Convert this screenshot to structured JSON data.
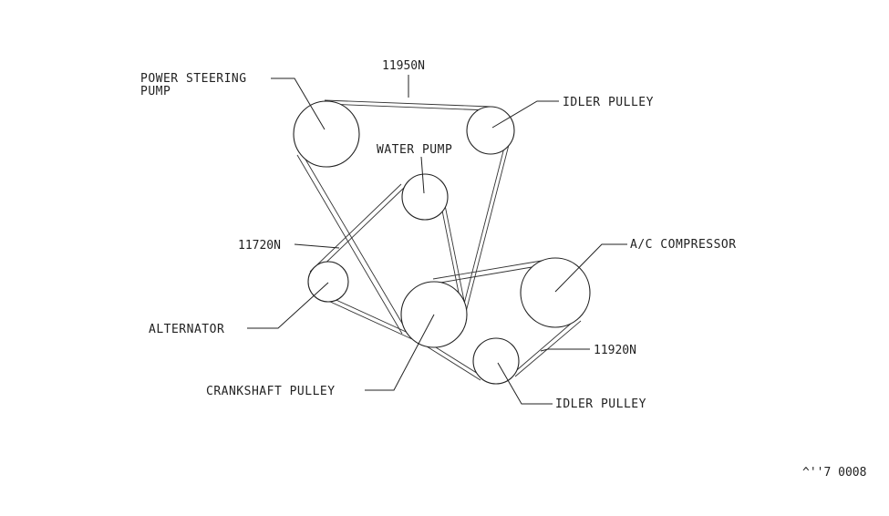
{
  "diagram": {
    "title": "Engine Drive Belt Routing",
    "line_color": "#222222",
    "background": "#ffffff"
  },
  "labels": {
    "power_steering_pump_line1": "POWER STEERING",
    "power_steering_pump_line2": "PUMP",
    "idler_pulley_upper": "IDLER PULLEY",
    "water_pump": "WATER PUMP",
    "ac_compressor": "A/C COMPRESSOR",
    "alternator": "ALTERNATOR",
    "crankshaft_pulley": "CRANKSHAFT PULLEY",
    "idler_pulley_lower": "IDLER PULLEY"
  },
  "belts": {
    "power_steering_belt": "11950N",
    "alternator_belt": "11720N",
    "ac_belt": "11920N"
  },
  "footer": {
    "drawing_ref": "^''7  0008"
  }
}
